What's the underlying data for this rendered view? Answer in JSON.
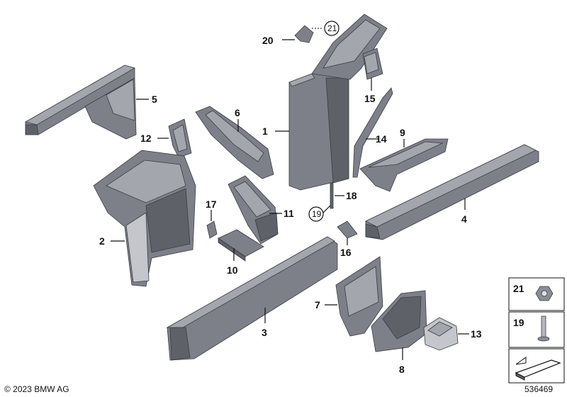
{
  "callouts": {
    "c1": "1",
    "c2": "2",
    "c3": "3",
    "c4": "4",
    "c5": "5",
    "c6": "6",
    "c7": "7",
    "c8": "8",
    "c9": "9",
    "c10": "10",
    "c11": "11",
    "c12": "12",
    "c13": "13",
    "c14": "14",
    "c15": "15",
    "c16": "16",
    "c17": "17",
    "c18": "18",
    "c19": "19",
    "c20": "20",
    "c21": "21"
  },
  "legend": {
    "item21": "21",
    "item19": "19"
  },
  "footer": {
    "copyright": "© 2023 BMW AG",
    "diagram_number": "536469"
  }
}
